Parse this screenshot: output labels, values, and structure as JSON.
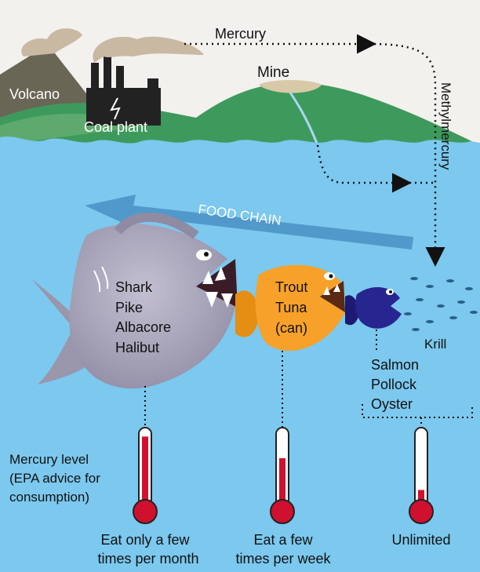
{
  "labels": {
    "mercury": "Mercury",
    "mine": "Mine",
    "volcano": "Volcano",
    "coal_plant": "Coal plant",
    "methylmercury": "Methylmercury",
    "food_chain": "FOOD CHAIN",
    "krill": "Krill"
  },
  "fish_groups": {
    "large": [
      "Shark",
      "Pike",
      "Albacore",
      "Halibut"
    ],
    "medium": [
      "Trout",
      "Tuna",
      "(can)"
    ],
    "small": [
      "Salmon",
      "Pollock",
      "Oyster"
    ]
  },
  "legend": {
    "lines": [
      "Mercury level",
      "(EPA advice for",
      "consumption)"
    ]
  },
  "advice": {
    "high": [
      "Eat only a few",
      "times per month"
    ],
    "medium": [
      "Eat a few",
      "times per week"
    ],
    "low": [
      "Unlimited"
    ]
  },
  "thermometer_levels": {
    "high": 0.92,
    "medium": 0.62,
    "low": 0.18
  },
  "colors": {
    "water": "#7cc8ee",
    "sky": "#f3f1ee",
    "hills": "#3e9a5c",
    "big_fish": "#a8a4b8",
    "medium_fish": "#f7a12a",
    "small_fish": "#27258f",
    "thermometer_red": "#d0102f",
    "arrow": "#4a8fc4"
  }
}
